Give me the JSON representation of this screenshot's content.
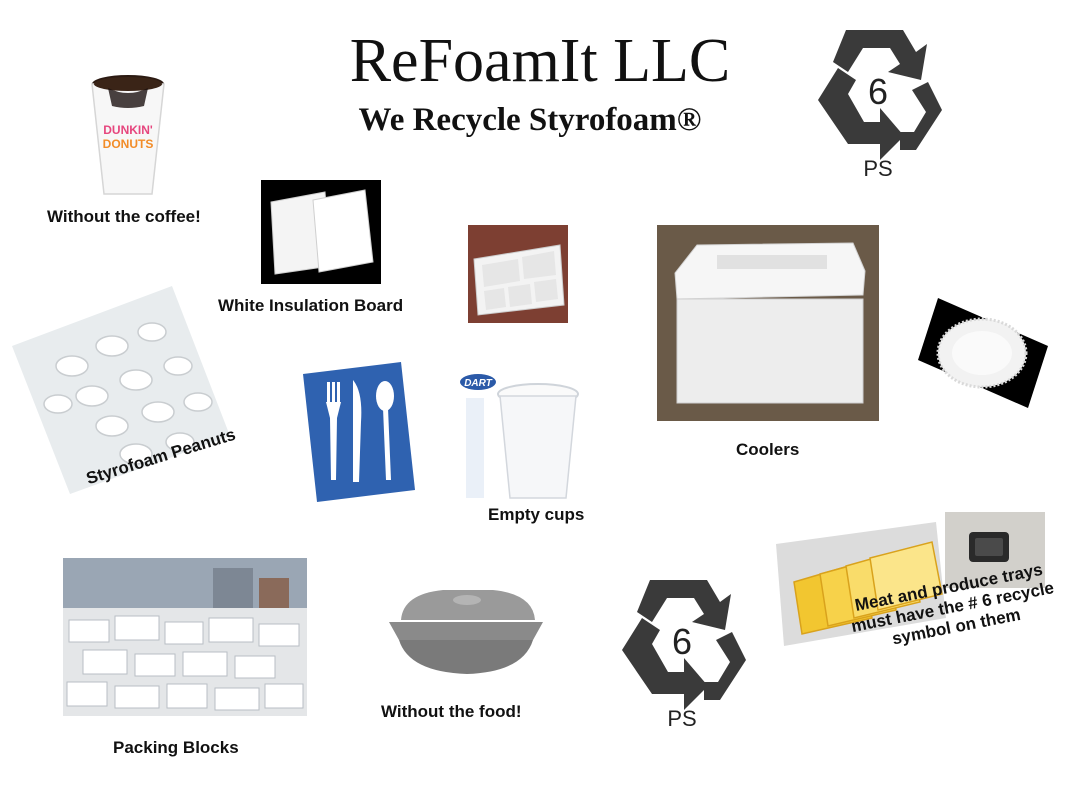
{
  "header": {
    "title": "ReFoamIt LLC",
    "subtitle": "We Recycle Styrofoam®"
  },
  "recycle_symbol": {
    "number": "6",
    "code": "PS"
  },
  "cup_brand": {
    "dunkin_line1": "DUNKIN'",
    "dunkin_line2": "DONUTS",
    "dart": "DART"
  },
  "captions": {
    "coffee": "Without the coffee!",
    "insulation": "White Insulation Board",
    "peanuts": "Styrofoam Peanuts",
    "cups": "Empty cups",
    "coolers": "Coolers",
    "packing": "Packing Blocks",
    "food": "Without the food!",
    "trays_line1": "Meat and produce trays",
    "trays_line2": "must have the # 6 recycle",
    "trays_line3": "symbol on them"
  },
  "colors": {
    "symbol": "#3a3a3a",
    "cutlery_bg": "#2f62b0",
    "tray_yellow": "#f2c630"
  }
}
